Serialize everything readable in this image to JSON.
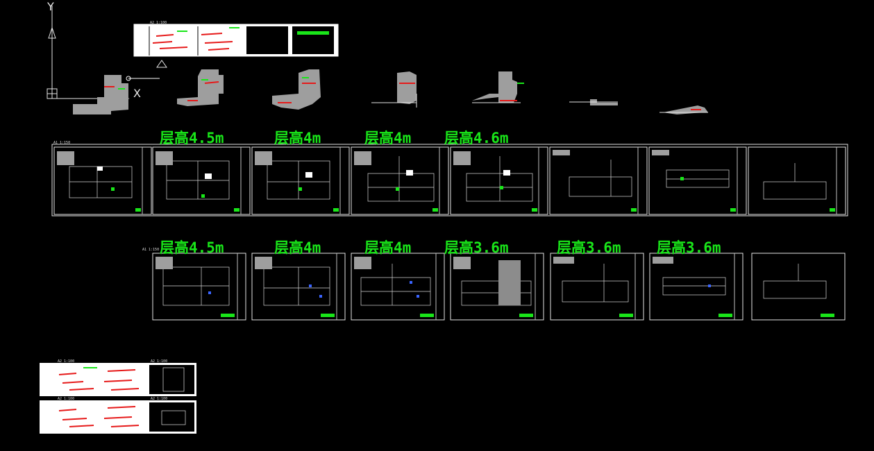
{
  "app": {
    "viewport": "CAD model space",
    "background": "#000000",
    "accent_green": "#19e619",
    "annotation_red": "#e61919"
  },
  "ucs": {
    "y_label": "Y",
    "x_label": "X",
    "icon": "ucs-axis-icon"
  },
  "row1": {
    "scale_tag": "A1  1:150",
    "floor_heights": [
      "层高4.5m",
      "层高4m",
      "层高4m",
      "层高4.6m"
    ]
  },
  "row2": {
    "scale_tag": "A1  1:150",
    "floor_heights": [
      "层高4.5m",
      "层高4m",
      "层高4m",
      "层高3.6m",
      "层高3.6m",
      "层高3.6m"
    ]
  },
  "top_sheet": {
    "scale_tag": "A2  1:100"
  },
  "bottom_sheets": [
    {
      "scale_tag": "A2  1:100",
      "scale_tag_2": "A2  1:100"
    },
    {
      "scale_tag": "A2  1:100",
      "scale_tag_2": "A2  1:100"
    }
  ]
}
